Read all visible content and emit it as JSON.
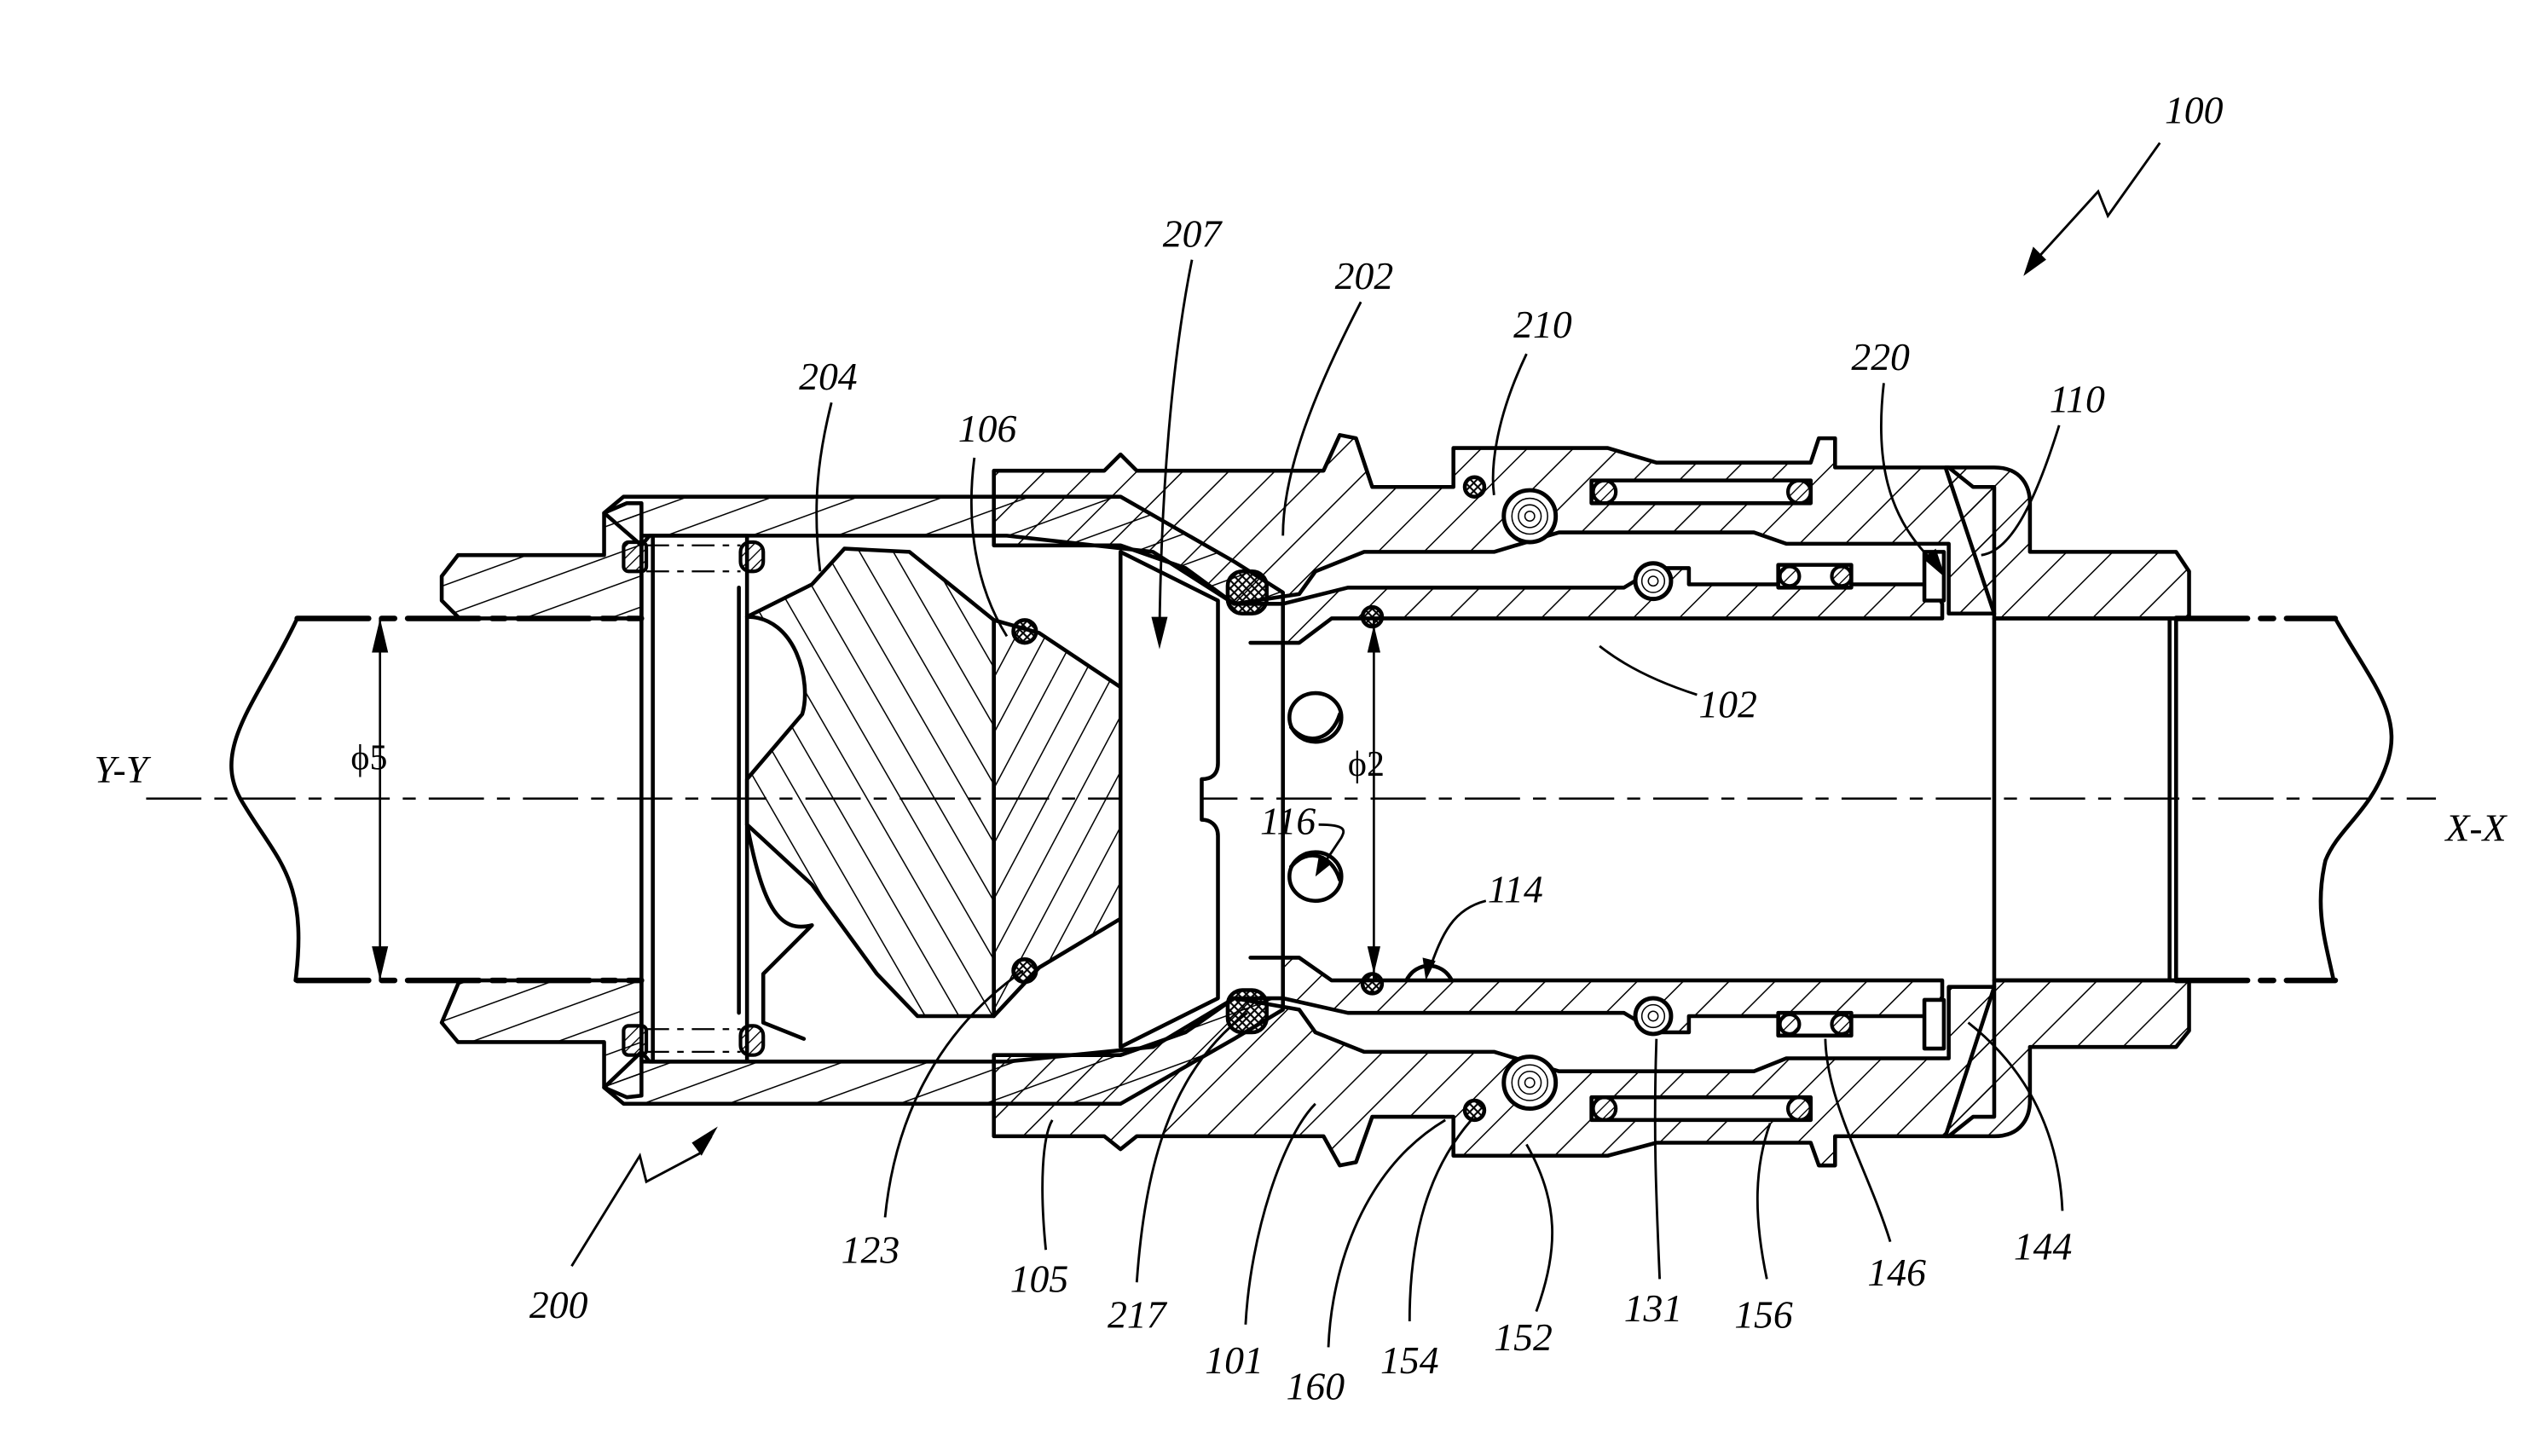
{
  "figure": {
    "type": "patent cross-section drawing",
    "subject": "quick-connect coupling assembly (male coupler 200 engaged in female coupler 100)",
    "colors": {
      "ink": "#000000",
      "paper": "#ffffff"
    }
  },
  "axes": {
    "left_axis_label": "Y-Y",
    "right_axis_label": "X-X"
  },
  "dimensions": {
    "left_diameter": "ϕ5",
    "center_diameter": "ϕ2"
  },
  "assembly_refs": {
    "female": "100",
    "male": "200"
  },
  "reference_numerals": {
    "top": [
      "204",
      "106",
      "207",
      "202",
      "210",
      "220",
      "110"
    ],
    "middle": [
      "102",
      "116",
      "114"
    ],
    "bottom": [
      "123",
      "105",
      "217",
      "101",
      "160",
      "154",
      "152",
      "131",
      "156",
      "146",
      "144"
    ]
  },
  "labels": {
    "r100": "100",
    "r200": "200",
    "r204": "204",
    "r106": "106",
    "r207": "207",
    "r202": "202",
    "r210": "210",
    "r220": "220",
    "r110": "110",
    "r102": "102",
    "r116": "116",
    "r114": "114",
    "r123": "123",
    "r105": "105",
    "r217": "217",
    "r101": "101",
    "r160": "160",
    "r154": "154",
    "r152": "152",
    "r131": "131",
    "r156": "156",
    "r146": "146",
    "r144": "144"
  }
}
